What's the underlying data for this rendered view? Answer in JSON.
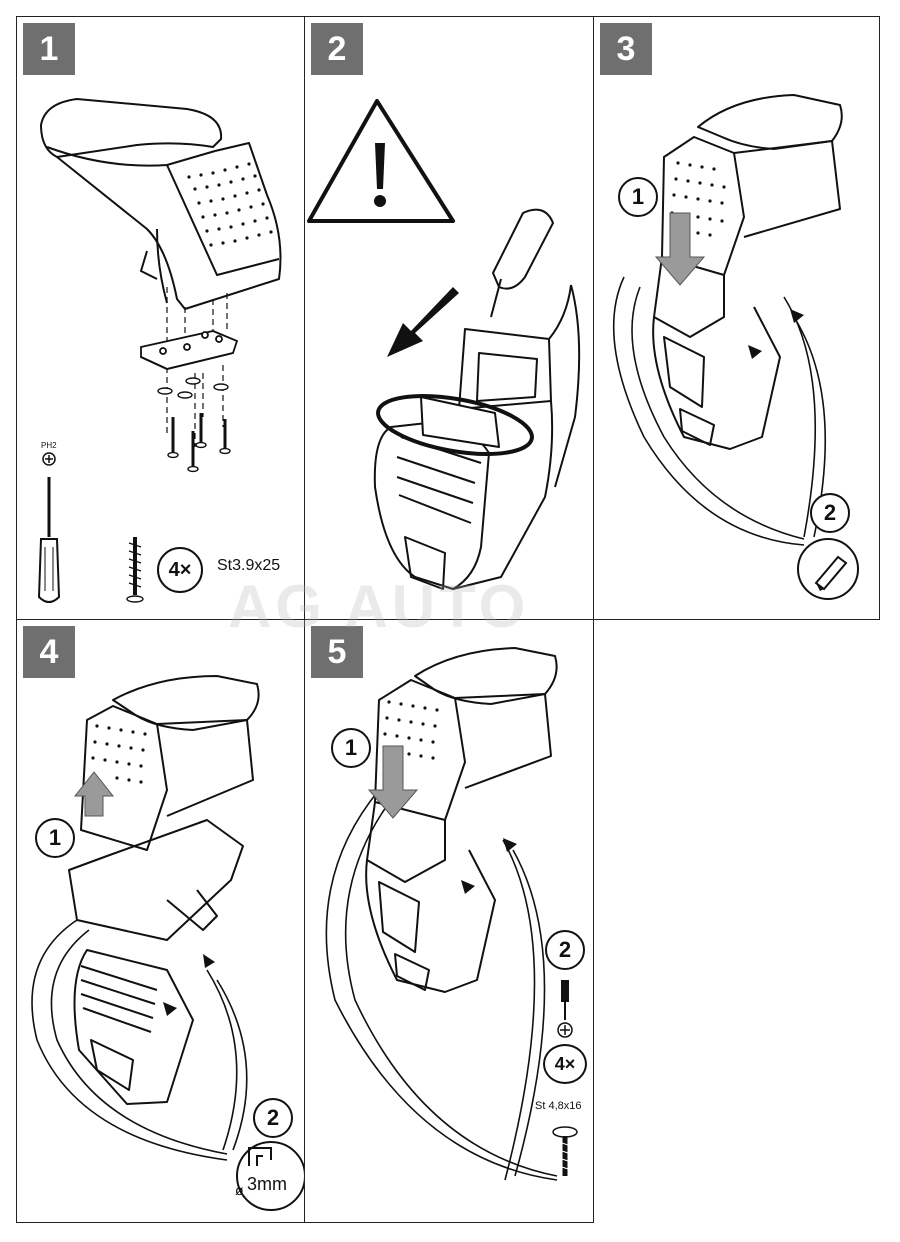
{
  "watermark": "AG AUTO",
  "steps": [
    {
      "number": "1",
      "bit_label": "PH2",
      "screw_count": "4×",
      "screw_spec": "St3.9x25"
    },
    {
      "number": "2"
    },
    {
      "number": "3",
      "sub1": "1",
      "sub2": "2"
    },
    {
      "number": "4",
      "sub1": "1",
      "sub2": "2",
      "gap": "3mm",
      "dia_symbol": "ø"
    },
    {
      "number": "5",
      "sub1": "1",
      "sub2": "2",
      "screw_count": "4×",
      "screw_spec": "St 4,8x16"
    }
  ],
  "colors": {
    "badge": "#6f6f6f",
    "arrow": "#9a9a9a",
    "line": "#111111"
  },
  "icons": [
    "warning-triangle-icon",
    "screwdriver-icon",
    "screw-icon",
    "phillips-icon",
    "pencil-mark-icon"
  ]
}
